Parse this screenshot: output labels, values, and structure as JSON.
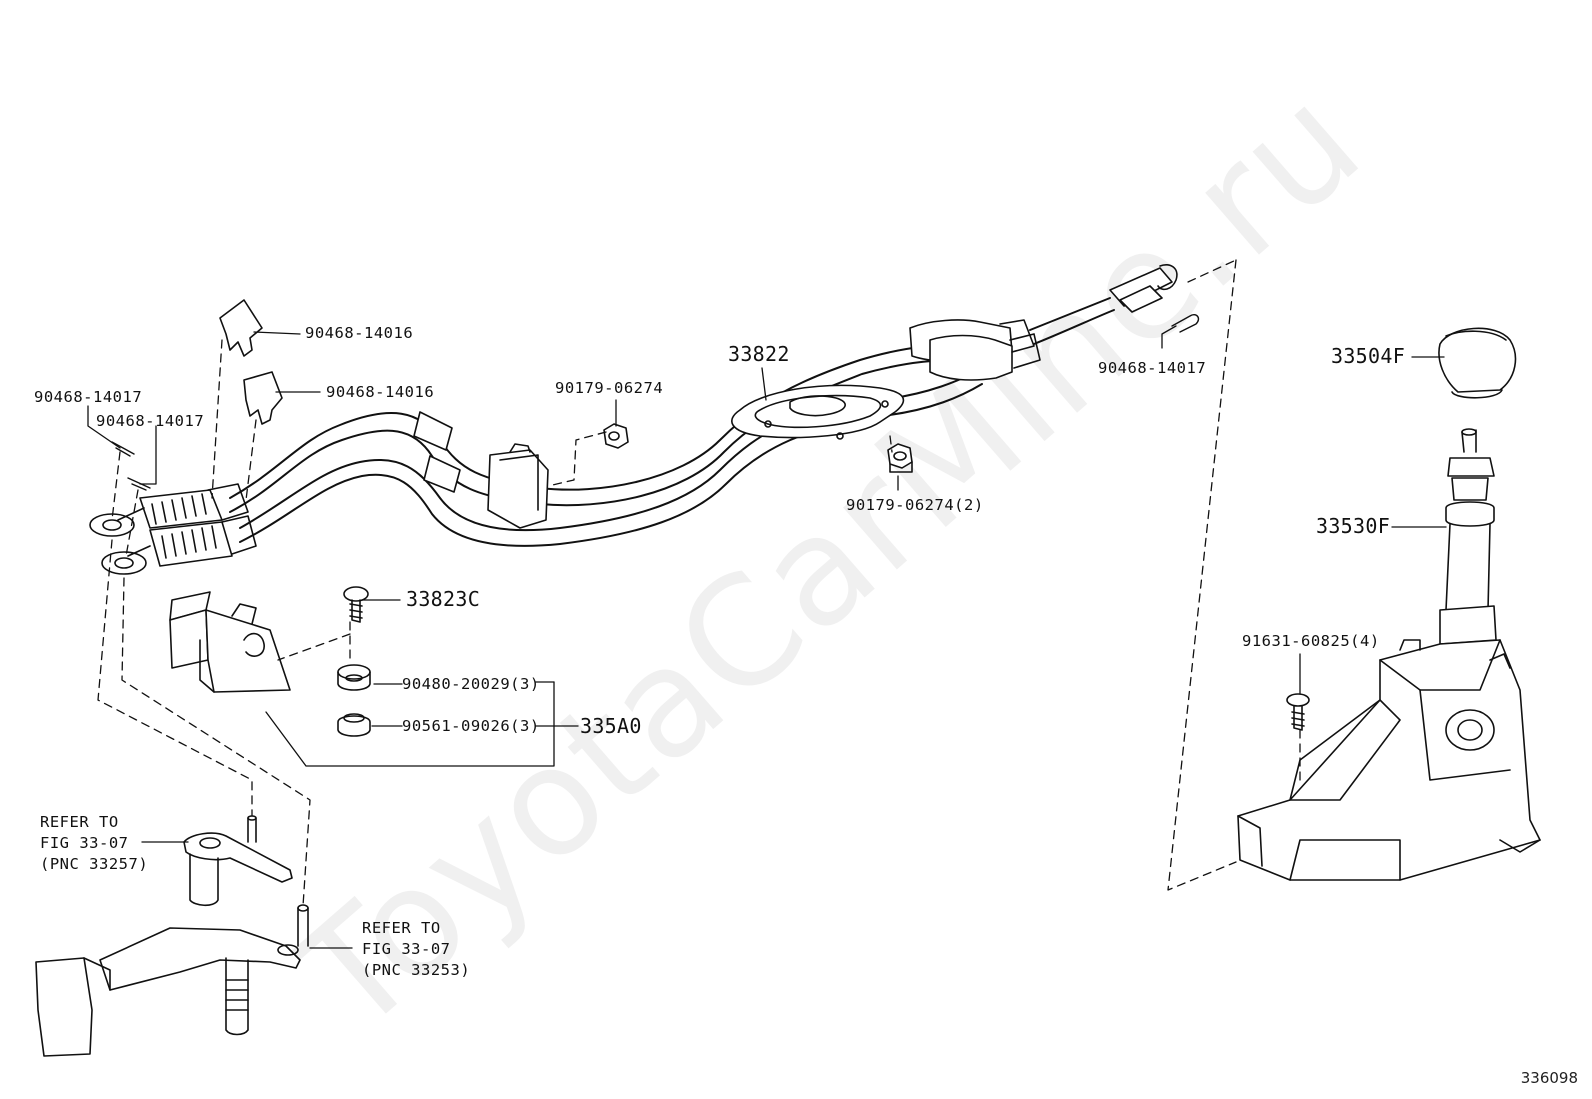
{
  "watermark": "ToyotaCarMine.ru",
  "figure_code": "336098",
  "callouts": {
    "p_90468_14016_a": "90468-14016",
    "p_90468_14016_b": "90468-14016",
    "p_90468_14017_left1": "90468-14017",
    "p_90468_14017_left2": "90468-14017",
    "p_90179_06274": "90179-06274",
    "p_33822": "33822",
    "p_90468_14017_right": "90468-14017",
    "p_90179_06274_2": "90179-06274(2)",
    "p_33504F": "33504F",
    "p_33530F": "33530F",
    "p_33823C": "33823C",
    "p_90480_20029_3": "90480-20029(3)",
    "p_90561_09026_3": "90561-09026(3)",
    "p_335A0": "335A0",
    "p_91631_60825_4": "91631-60825(4)"
  },
  "references": {
    "ref_33257": "REFER TO\nFIG 33-07\n(PNC 33257)",
    "ref_33253": "REFER TO\nFIG 33-07\n(PNC 33253)"
  }
}
